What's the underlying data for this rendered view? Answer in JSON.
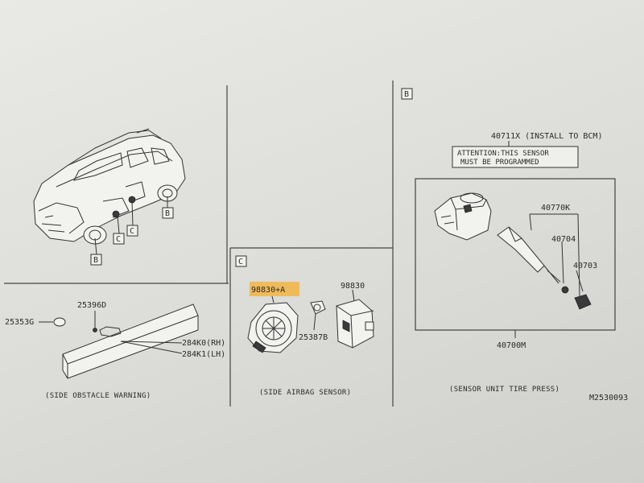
{
  "panels": {
    "b_ref": "B",
    "c_ref": "C",
    "vehicle_callouts": [
      "B",
      "C",
      "C",
      "B"
    ]
  },
  "side_obstacle": {
    "parts": [
      "25353G",
      "25396D",
      "284K0(RH)",
      "284K1(LH)"
    ],
    "caption": "(SIDE OBSTACLE WARNING)"
  },
  "side_airbag": {
    "highlight_part": "98830+A",
    "parts": [
      "98830",
      "25387B"
    ],
    "caption": "(SIDE AIRBAG SENSOR)",
    "highlight_color": "#f2b544"
  },
  "tire_sensor": {
    "install_note": "40711X (INSTALL TO BCM)",
    "attention_line1": "ATTENTION:THIS SENSOR",
    "attention_line2": "MUST BE PROGRAMMED",
    "parts": [
      "40770K",
      "40704",
      "40703",
      "40700M"
    ],
    "caption": "(SENSOR UNIT TIRE PRESS)"
  },
  "drawing_number": "M2530093"
}
